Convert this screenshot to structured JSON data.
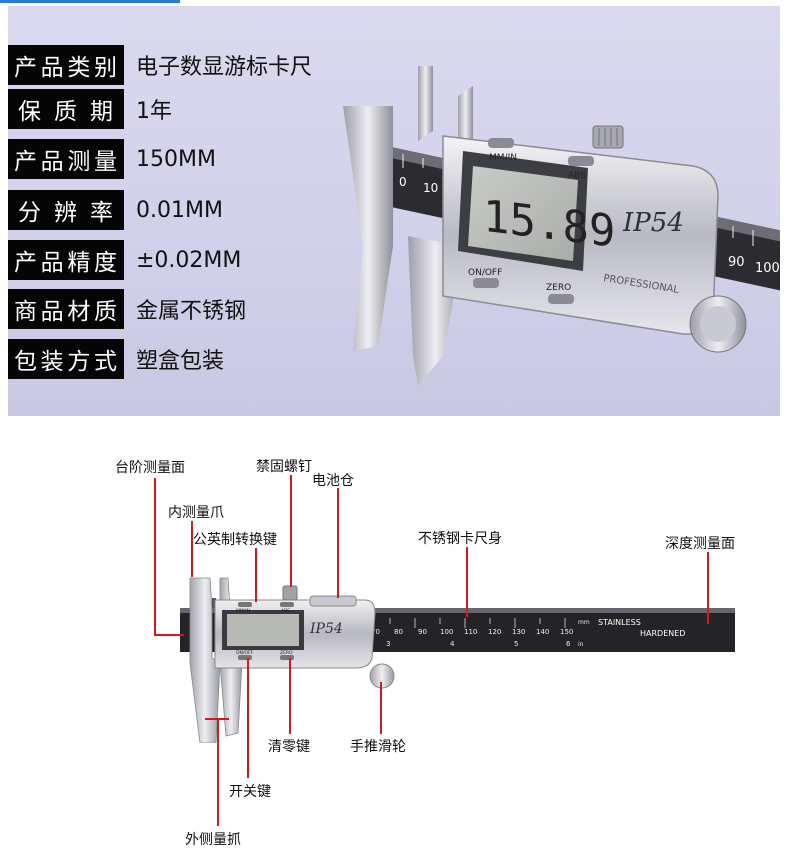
{
  "specs": [
    {
      "label_chars": [
        "产",
        "品",
        "类",
        "别"
      ],
      "value": "电子数显游标卡尺"
    },
    {
      "label_chars": [
        "保",
        "质",
        "期"
      ],
      "value": "1年"
    },
    {
      "label_chars": [
        "产",
        "品",
        "测",
        "量"
      ],
      "value": "150MM"
    },
    {
      "label_chars": [
        "分",
        "辨",
        "率"
      ],
      "value": "0.01MM"
    },
    {
      "label_chars": [
        "产",
        "品",
        "精",
        "度"
      ],
      "value": "±0.02MM"
    },
    {
      "label_chars": [
        "商",
        "品",
        "材",
        "质"
      ],
      "value": "金属不锈钢"
    },
    {
      "label_chars": [
        "包",
        "装",
        "方",
        "式"
      ],
      "value": "塑盒包装"
    }
  ],
  "photo_top": {
    "display_reading": "15.89",
    "btn_mm_in": "MM/IN",
    "btn_abs": "ABS",
    "btn_on_off": "ON/OFF",
    "btn_zero": "ZERO",
    "badge": "IP54",
    "professional": "PROFESSIONAL",
    "scale_labels": [
      "0",
      "10"
    ],
    "scale_labels_right": [
      "90",
      "100"
    ]
  },
  "diagram": {
    "labels": {
      "step": "台阶测量面",
      "inner_jaw": "内测量爪",
      "unit_key": "公英制转换键",
      "lock_screw": "禁固螺钉",
      "battery": "电池仓",
      "beam": "不锈钢卡尺身",
      "depth": "深度测量面",
      "zero_key": "清零键",
      "thumb_wheel": "手推滑轮",
      "power_key": "开关键",
      "outer_jaw": "外侧量抓"
    },
    "beam_text1": "STAINLESS",
    "beam_text2": "HARDENED",
    "ticks_mm": [
      "70",
      "80",
      "90",
      "100",
      "110",
      "120",
      "130",
      "140",
      "150"
    ],
    "ticks_in": [
      "3",
      "4",
      "5",
      "6"
    ],
    "unit_mm": "mm",
    "unit_in": "in",
    "small_btn_mm": "MM/IN",
    "small_btn_abs": "ABS",
    "small_btn_on": "ON/OFF",
    "small_btn_zero": "ZERO",
    "small_badge": "IP54"
  },
  "colors": {
    "leader": "#d8181e",
    "label_bg": "#050505",
    "panel_bg": "#d3d2ea",
    "top_accent": "#2d79d8"
  }
}
